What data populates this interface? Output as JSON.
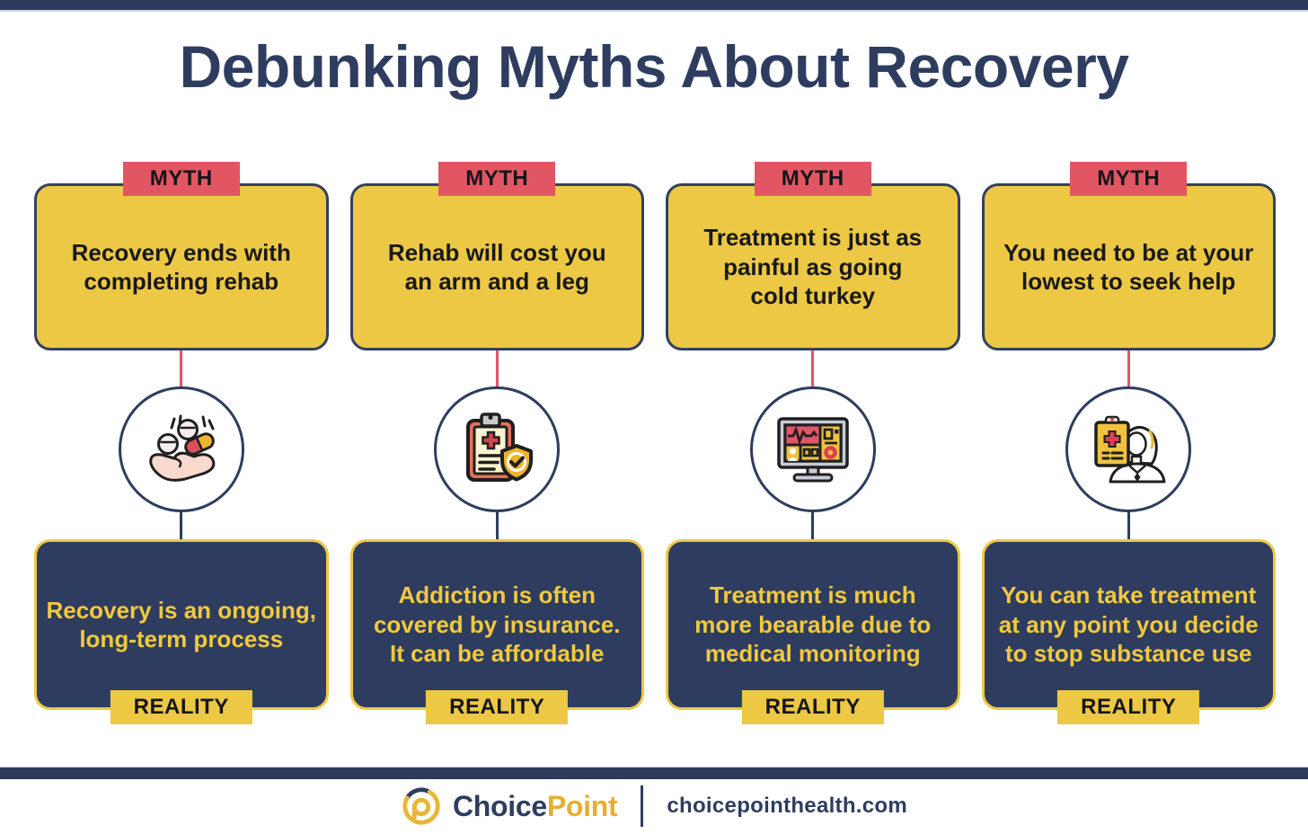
{
  "title": "Debunking Myths About Recovery",
  "labels": {
    "myth": "MYTH",
    "reality": "REALITY"
  },
  "columns": [
    {
      "icon": "hand-offering-pills-icon",
      "myth": "Recovery ends with\ncompleting rehab",
      "reality": "Recovery is an ongoing,\nlong-term process"
    },
    {
      "icon": "medical-clipboard-shield-icon",
      "myth": "Rehab will cost you\nan arm and a leg",
      "reality": "Addiction is often\ncovered by insurance.\nIt can be affordable"
    },
    {
      "icon": "vital-signs-monitor-icon",
      "myth": "Treatment is just as\npainful as going\ncold turkey",
      "reality": "Treatment is much\nmore bearable due to\nmedical monitoring"
    },
    {
      "icon": "clinician-with-clipboard-icon",
      "myth": "You need to be at your\nlowest to seek help",
      "reality": "You can take treatment\nat any point you decide\nto stop substance use"
    }
  ],
  "footer": {
    "brand_primary": "Choice",
    "brand_secondary": "Point",
    "website": "choicepointhealth.com"
  },
  "colors": {
    "navy": "#2e3d5f",
    "yellow": "#edc845",
    "red_badge": "#e25663",
    "red_connector": "#e0556a",
    "text_dark": "#191919"
  }
}
